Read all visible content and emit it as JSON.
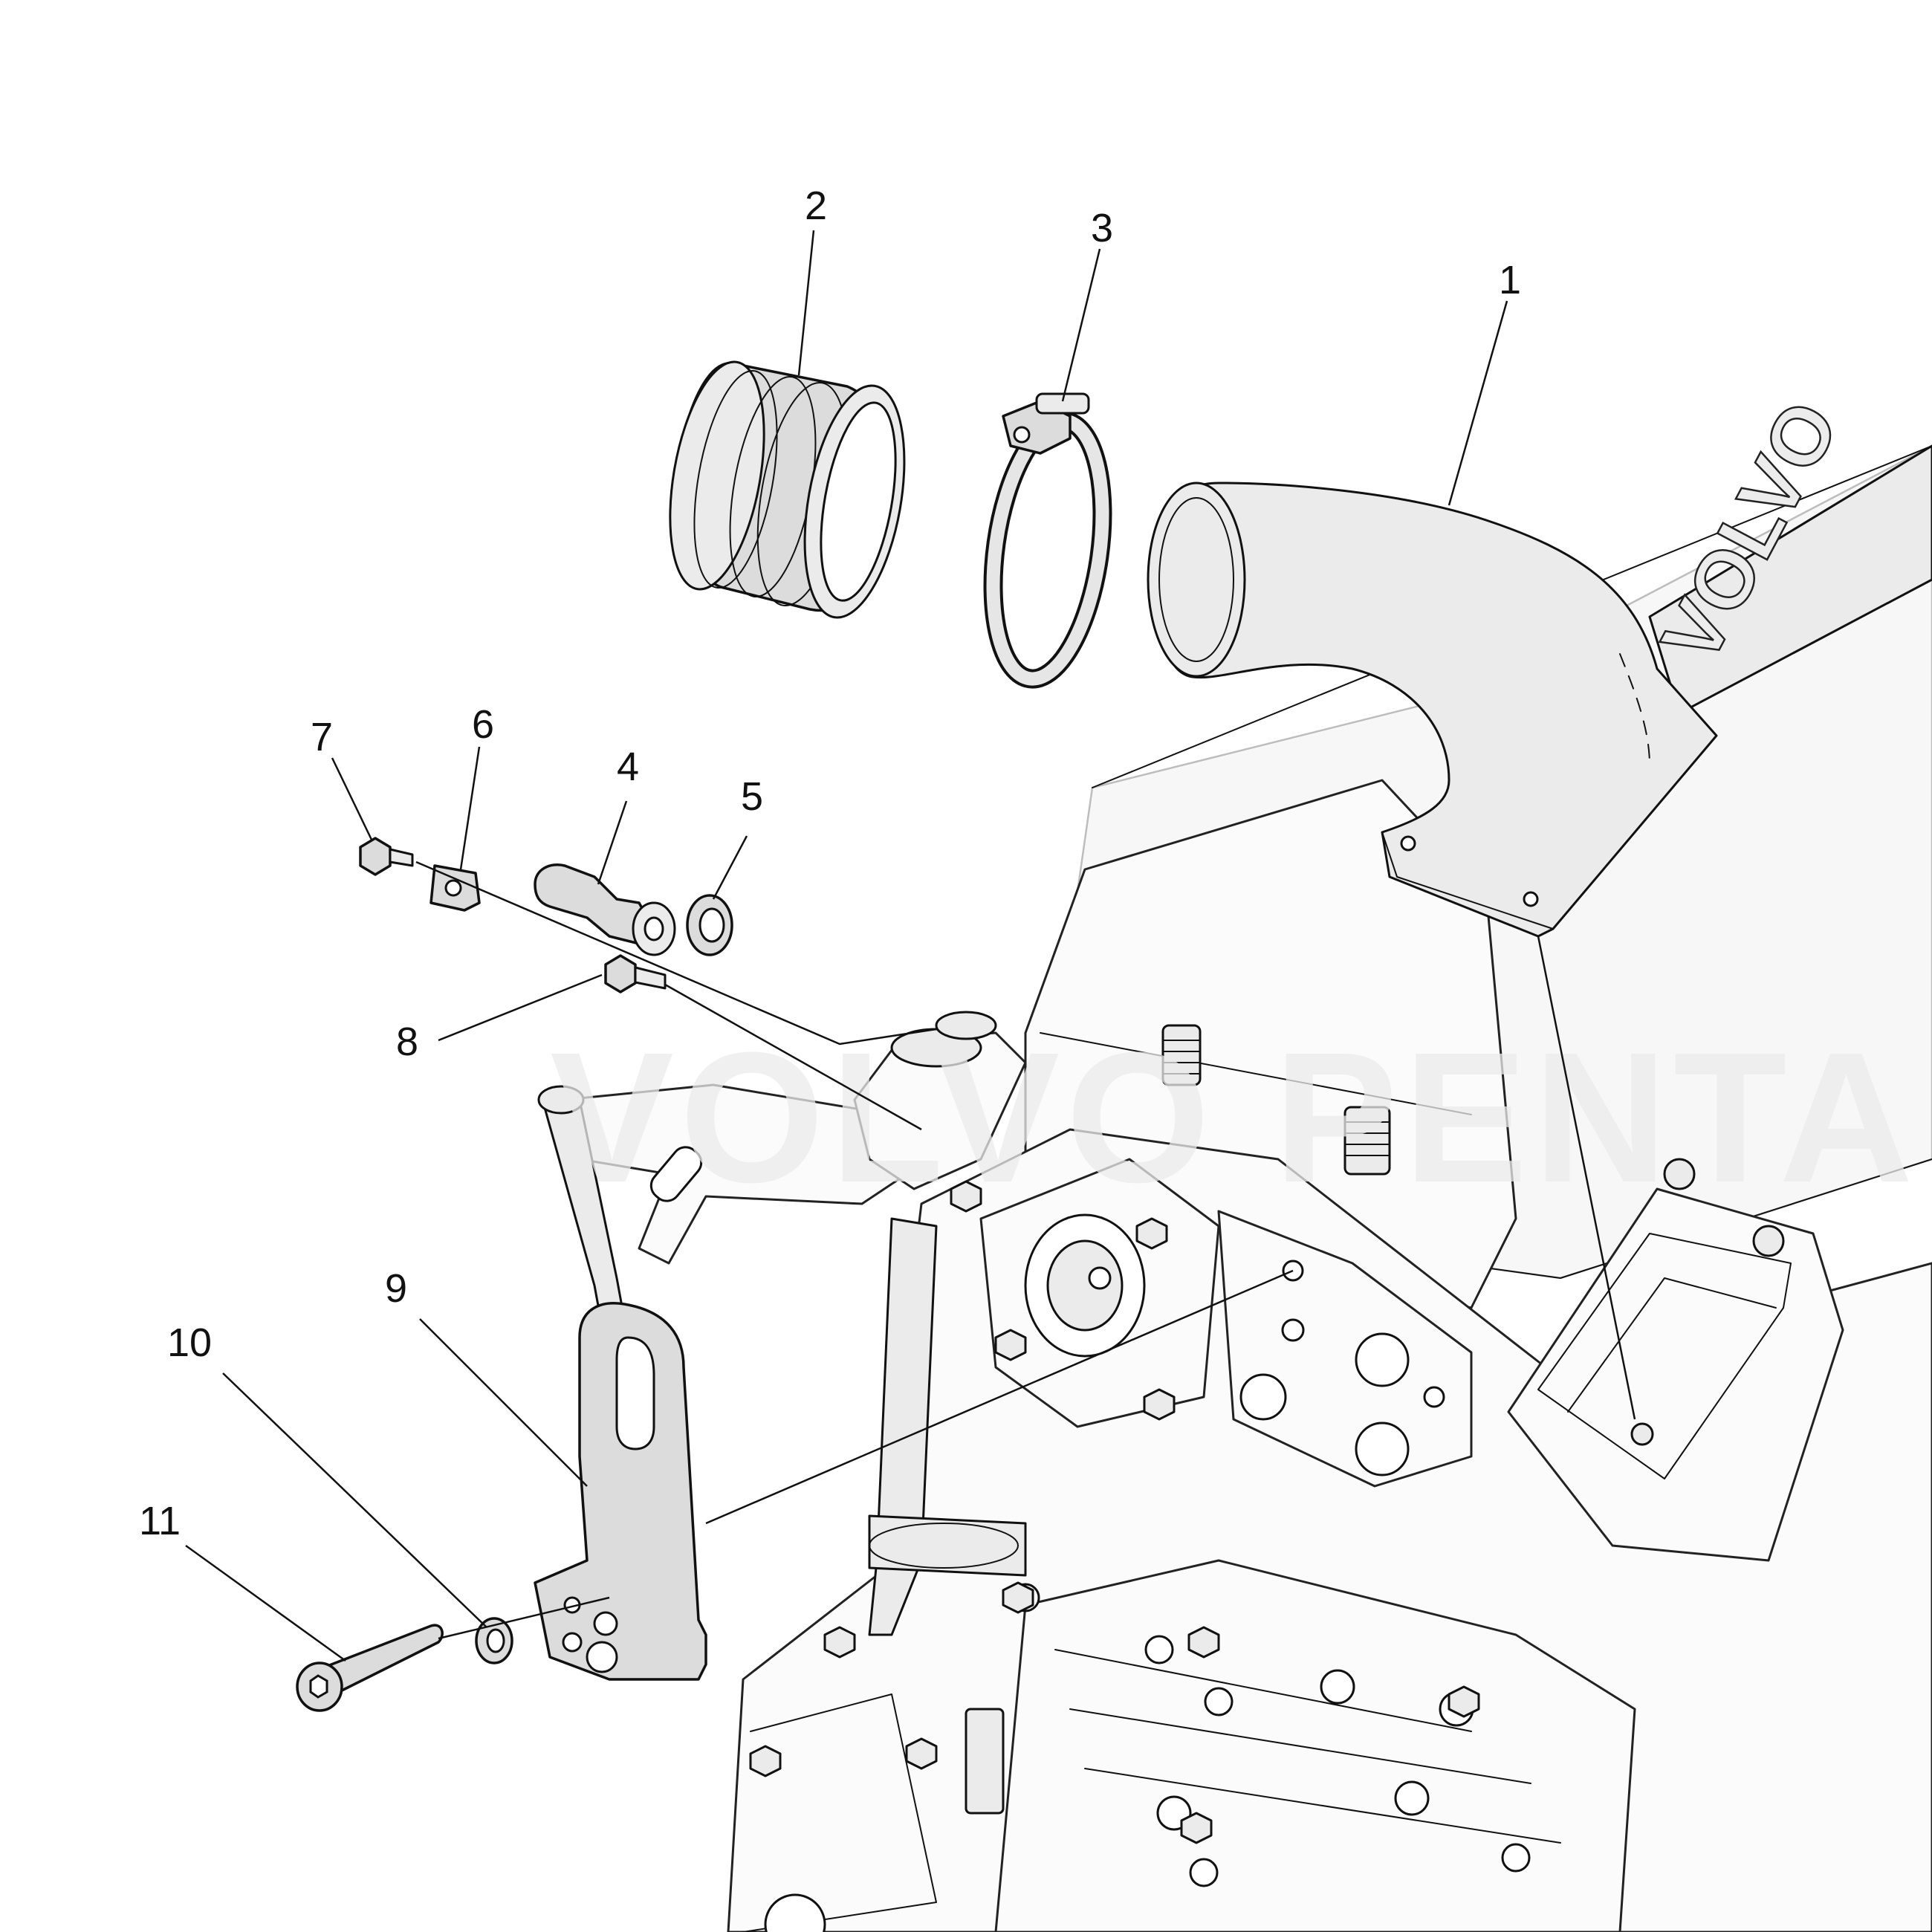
{
  "diagram": {
    "callouts": [
      "1",
      "2",
      "3",
      "4",
      "5",
      "6",
      "7",
      "8",
      "9",
      "10",
      "11"
    ],
    "brand_watermark": "VOLVO PENTA",
    "valve_cover_lettering": "VOLVO"
  }
}
